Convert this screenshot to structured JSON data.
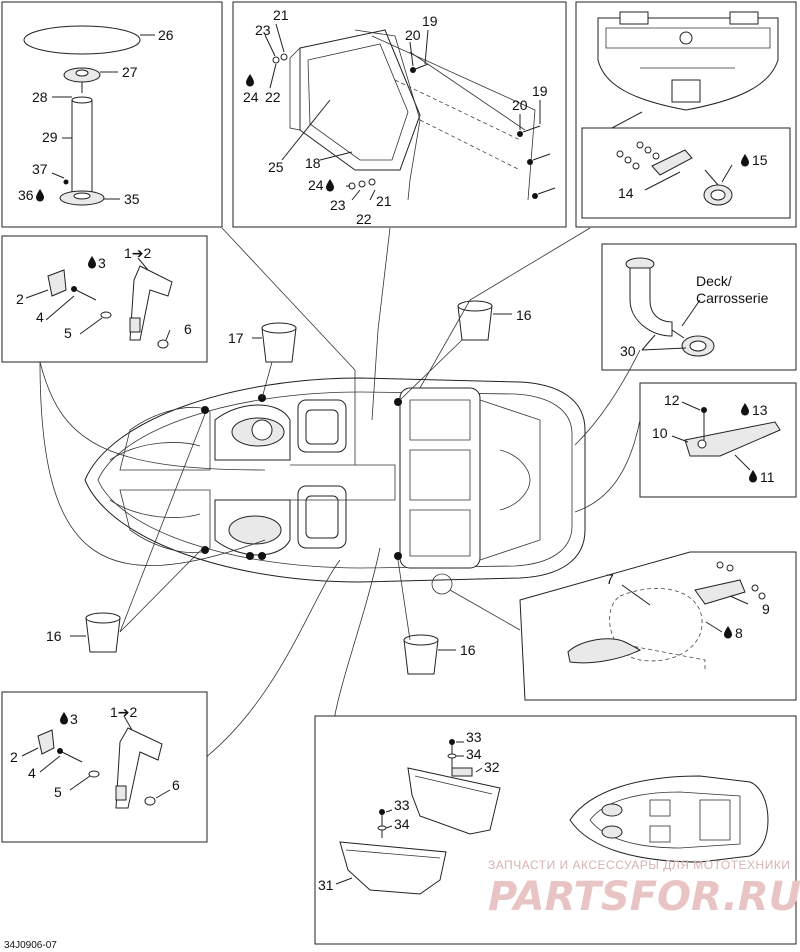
{
  "diagram_code": "34J0906-07",
  "watermark": {
    "top": "ЗАПЧАСТИ И АКСЕССУАРЫ ДЛЯ МОТОТЕХНИКИ",
    "logo": "PARTSFOR.RU"
  },
  "callouts": {
    "deck_label_1": "Deck/",
    "deck_label_2": "Carrosserie",
    "table": {
      "c26": "26",
      "c27": "27",
      "c28": "28",
      "c29": "29",
      "c37": "37",
      "c36": "36",
      "c35": "35"
    },
    "glovebox": {
      "c23a": "23",
      "c21a": "21",
      "c19a": "19",
      "c20a": "20",
      "c24a": "24",
      "c22a": "22",
      "c20b": "20",
      "c19b": "19",
      "c25": "25",
      "c18": "18",
      "c24b": "24",
      "c23b": "23",
      "c21b": "21",
      "c22b": "22"
    },
    "stern": {
      "c15": "15",
      "c14": "14"
    },
    "handle_top": {
      "c1_2": "1➔2",
      "c3": "3",
      "c2": "2",
      "c4": "4",
      "c5": "5",
      "c6": "6"
    },
    "cupholders": {
      "c17": "17",
      "c16a": "16",
      "c16b": "16",
      "c16c": "16"
    },
    "drain": {
      "c30": "30"
    },
    "bracket": {
      "c12": "12",
      "c13": "13",
      "c10": "10",
      "c11": "11"
    },
    "cleat": {
      "c7": "7",
      "c9": "9",
      "c8": "8"
    },
    "handle_bottom": {
      "c1_2": "1➔2",
      "c3": "3",
      "c2": "2",
      "c4": "4",
      "c5": "5",
      "c6": "6"
    },
    "bins": {
      "c33a": "33",
      "c34a": "34",
      "c32": "32",
      "c33b": "33",
      "c34b": "34",
      "c31": "31"
    }
  },
  "icons": {
    "sealant": "drop-icon"
  }
}
